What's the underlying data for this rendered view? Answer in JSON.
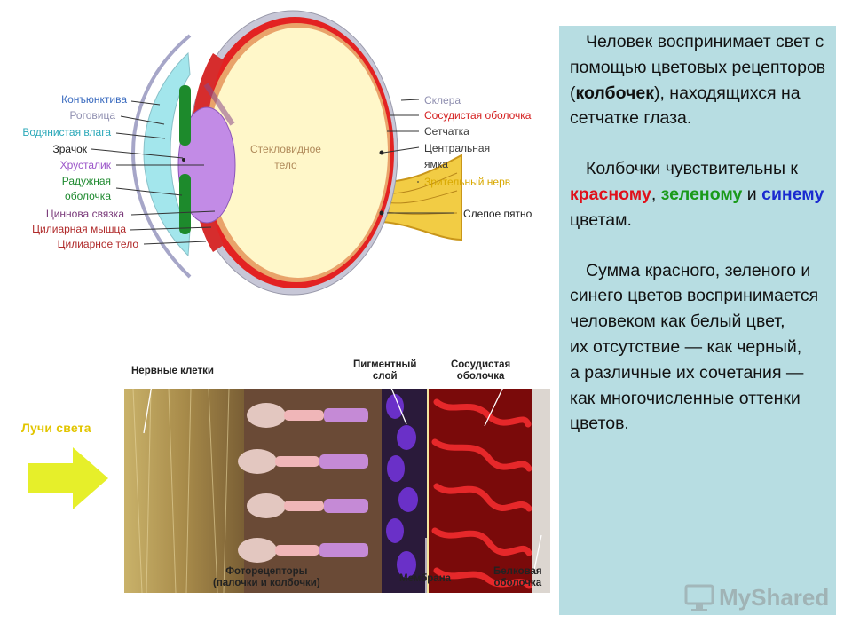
{
  "eye_diagram": {
    "center_label_line1": "Стекловидное",
    "center_label_line2": "тело",
    "labels_left": [
      {
        "text": "Конъюнктива",
        "color": "#3a6bbf"
      },
      {
        "text": "Роговица",
        "color": "#8f8fb0"
      },
      {
        "text": "Водянистая влага",
        "color": "#2aa8b8"
      },
      {
        "text": "Зрачок",
        "color": "#222222"
      },
      {
        "text": "Хрусталик",
        "color": "#9b55c9"
      },
      {
        "text": "Радужная",
        "color": "#1e8a2f"
      },
      {
        "text": "оболочка",
        "color": "#1e8a2f"
      },
      {
        "text": "Циннова связка",
        "color": "#7a3a7a"
      },
      {
        "text": "Цилиарная мышца",
        "color": "#b02a2a"
      },
      {
        "text": "Цилиарное тело",
        "color": "#b02a2a"
      }
    ],
    "labels_right": [
      {
        "text": "Склера",
        "color": "#8f8fb0"
      },
      {
        "text": "Сосудистая оболочка",
        "color": "#d42020"
      },
      {
        "text": "Сетчатка",
        "color": "#3a3a3a"
      },
      {
        "text": "Центральная",
        "color": "#3a3a3a"
      },
      {
        "text": "ямка",
        "color": "#3a3a3a"
      },
      {
        "text": "Зрительный нерв",
        "color": "#d8a800"
      },
      {
        "text": "Слепое пятно",
        "color": "#222222"
      }
    ]
  },
  "retina_diagram": {
    "light_rays_label": "Лучи света",
    "nerve_cells_label": "Нервные клетки",
    "pigment_layer_label_line1": "Пигментный",
    "pigment_layer_label_line2": "слой",
    "vascular_label_line1": "Сосудистая",
    "vascular_label_line2": "оболочка",
    "photoreceptors_label_line1": "Фоторецепторы",
    "photoreceptors_label_line2": "(палочки и колбочки)",
    "membrane_label": "Мембрана",
    "sclera_label_line1": "Белковая",
    "sclera_label_line2": "оболочка"
  },
  "text_panel": {
    "p1_a": "Человек воспринимает свет с помощью цветовых рецепторов (",
    "p1_bold": "колбочек",
    "p1_b": "), находящихся на сетчатке глаза.",
    "p2_a": "Колбочки чувствительны к ",
    "p2_red": "красному",
    "p2_comma": ", ",
    "p2_green": "зеленому",
    "p2_and": " и ",
    "p2_blue": "синему",
    "p2_b": " цветам.",
    "p3_line1": "Сумма красного, зеленого и синего цветов воспринимается человеком как белый цвет,",
    "p3_line2": "их отсутствие — как черный,",
    "p3_line3": "а различные их сочетания — как многочисленные оттенки цветов.",
    "colors": {
      "red": "#e0101a",
      "green": "#1a9a1a",
      "blue": "#1a2ad0"
    }
  },
  "watermark": {
    "text": "MyShared",
    "icon": "monitor-logo-icon"
  }
}
